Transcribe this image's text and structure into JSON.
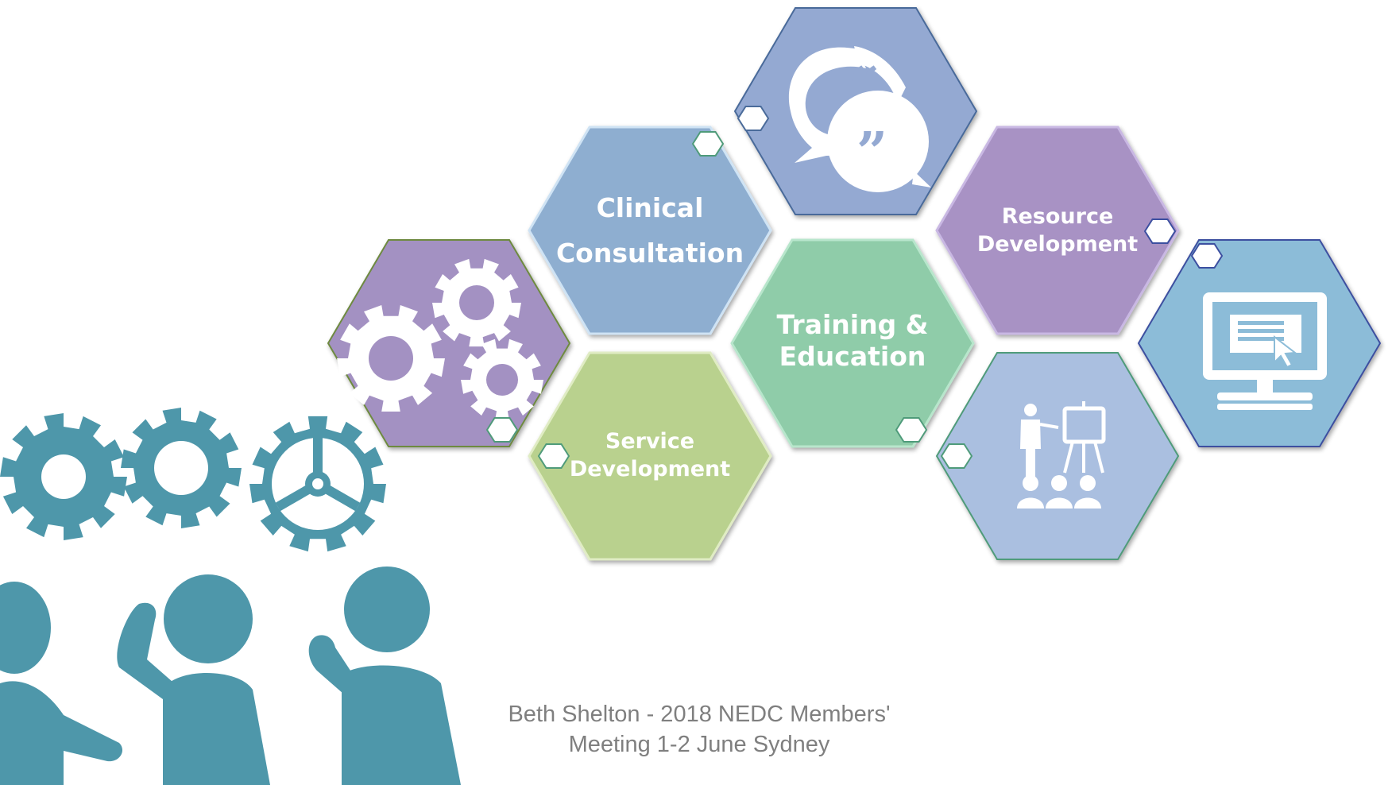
{
  "hexagons": {
    "clinical": {
      "line1": "Clinical",
      "line2": "Consultation",
      "color": "#8eaed0"
    },
    "training": {
      "line1": "Training &",
      "line2": "Education",
      "color": "#8fcca9"
    },
    "service": {
      "line1": "Service",
      "line2": "Development",
      "color": "#b9d18e"
    },
    "resource": {
      "line1": "Resource",
      "line2": "Development",
      "color": "#a892c4"
    },
    "gears": {
      "icon": "gears-icon",
      "color": "#a391c2"
    },
    "quotes": {
      "icon": "speech-bubbles-quotes-icon",
      "color": "#94a9d2"
    },
    "presentation": {
      "icon": "presentation-audience-icon",
      "color": "#aabfe0"
    },
    "computer": {
      "icon": "computer-screen-icon",
      "color": "#8cbcd8"
    }
  },
  "colors": {
    "teal_illustration": "#4e97aa",
    "white": "#ffffff",
    "footer_text": "#7f7f7f"
  },
  "footer": {
    "line1": "Beth Shelton - 2018 NEDC Members'",
    "line2": "Meeting 1-2 June Sydney"
  }
}
